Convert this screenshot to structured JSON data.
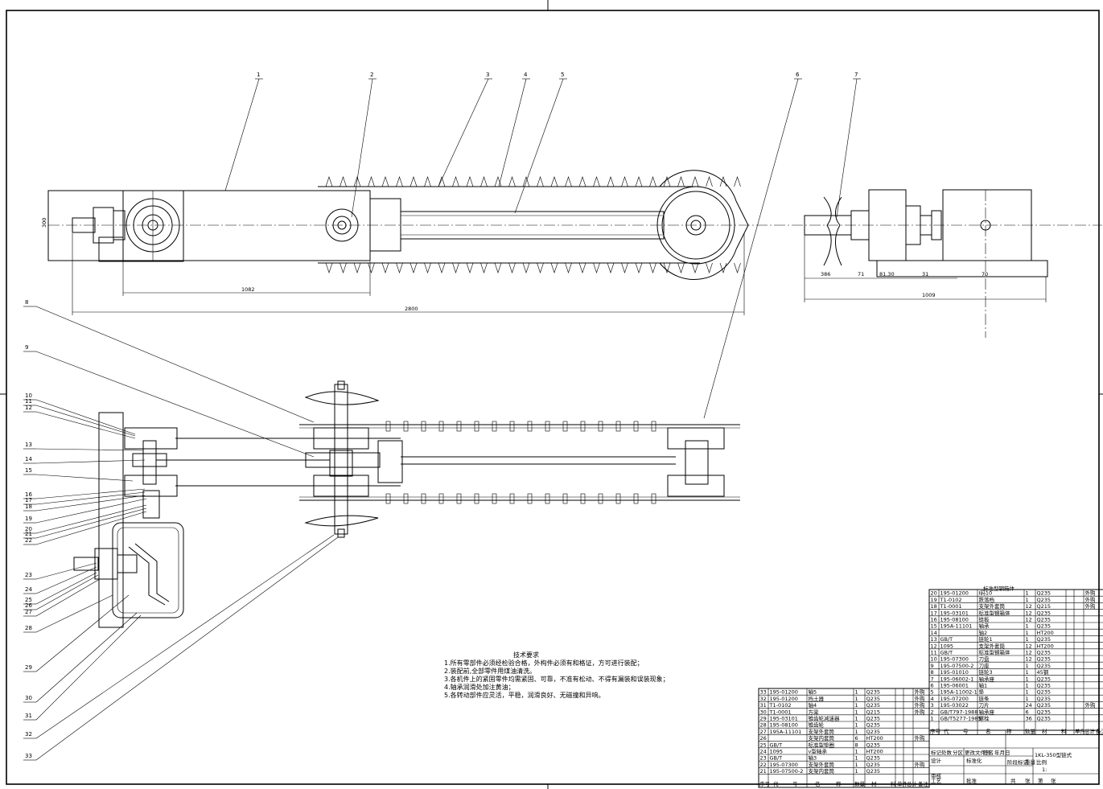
{
  "callouts": [
    "1",
    "2",
    "3",
    "4",
    "5",
    "6",
    "7",
    "8",
    "9",
    "10",
    "11",
    "12",
    "13",
    "14",
    "15",
    "16",
    "17",
    "18",
    "19",
    "20",
    "21",
    "22",
    "23",
    "24",
    "25",
    "26",
    "27",
    "28",
    "29",
    "30",
    "31",
    "32",
    "33"
  ],
  "dimensions": {
    "top_height": "300",
    "top_span1": "1082",
    "top_overall": "2800",
    "side_a": "386",
    "side_b": "71",
    "side_c": "81.30",
    "side_d": "70",
    "side_e": "31",
    "side_overall": "1009"
  },
  "technical_requirements": {
    "title": "技术要求",
    "items": [
      "1.所有零部件必须经检验合格，外构件必须有和格证，方可进行装配；",
      "2.装配前,全部零件用煤油清洗。",
      "3.各机件上的紧固零件均需紧固、可靠，不准有松动、不得有漏装和误装现象；",
      "4.轴承润滑处加注黄油；",
      "5.各转动部件应灵活，平稳，润滑良好、无磁撞和异响。"
    ]
  },
  "bom_main": {
    "header_label": "标准型钢箱体",
    "rows": [
      {
        "no": "20",
        "code": "195-01200",
        "name": "I码10",
        "qty": "1",
        "mat": "Q235",
        "note": "外购"
      },
      {
        "no": "19",
        "code": "T1-0102",
        "name": "跌落档",
        "qty": "1",
        "mat": "Q235",
        "note": "外购"
      },
      {
        "no": "18",
        "code": "T1-0001",
        "name": "支架外套筒",
        "qty": "12",
        "mat": "Q215",
        "note": "外购"
      },
      {
        "no": "17",
        "code": "195-03101",
        "name": "标准型钢箱体",
        "qty": "12",
        "mat": "Q235",
        "note": ""
      },
      {
        "no": "16",
        "code": "195-08100",
        "name": "链板",
        "qty": "12",
        "mat": "Q235",
        "note": ""
      },
      {
        "no": "15",
        "code": "195A-11101",
        "name": "轴承",
        "qty": "1",
        "mat": "Q235",
        "note": ""
      },
      {
        "no": "14",
        "code": "",
        "name": "轴2",
        "qty": "1",
        "mat": "HT200",
        "note": ""
      },
      {
        "no": "13",
        "code": "GB/T",
        "name": "链轮1",
        "qty": "1",
        "mat": "Q235",
        "note": ""
      },
      {
        "no": "12",
        "code": "1095",
        "name": "支架外套筒",
        "qty": "12",
        "mat": "HT200",
        "note": ""
      },
      {
        "no": "11",
        "code": "GB/T",
        "name": "标准型钢箱体",
        "qty": "12",
        "mat": "Q235",
        "note": ""
      },
      {
        "no": "10",
        "code": "195-07300",
        "name": "刀盘",
        "qty": "12",
        "mat": "Q235",
        "note": ""
      },
      {
        "no": "9",
        "code": "195-07500-2",
        "name": "刀座",
        "qty": "1",
        "mat": "Q235",
        "note": ""
      },
      {
        "no": "8",
        "code": "195-01010",
        "name": "链轮3",
        "qty": "1",
        "mat": "45钢",
        "note": ""
      },
      {
        "no": "7",
        "code": "195-06002-1",
        "name": "轴承座",
        "qty": "1",
        "mat": "Q235",
        "note": ""
      },
      {
        "no": "6",
        "code": "195-06001",
        "name": "轴1",
        "qty": "1",
        "mat": "Q235",
        "note": ""
      },
      {
        "no": "5",
        "code": "195A-11002-1",
        "name": "垫",
        "qty": "1",
        "mat": "Q235",
        "note": ""
      },
      {
        "no": "4",
        "code": "195-07200",
        "name": "链条",
        "qty": "1",
        "mat": "Q235",
        "note": ""
      },
      {
        "no": "3",
        "code": "195-03022",
        "name": "刀片",
        "qty": "24",
        "mat": "Q235",
        "note": "外购"
      },
      {
        "no": "2",
        "code": "GB/T797-1988",
        "name": "轴承座",
        "qty": "6",
        "mat": "Q235",
        "note": ""
      },
      {
        "no": "1",
        "code": "GB/T5277-1985",
        "name": "螺栓",
        "qty": "36",
        "mat": "Q235",
        "note": ""
      }
    ],
    "columns": [
      "序号",
      "代",
      "号",
      "名",
      "称",
      "数量",
      "材",
      "料",
      "单件",
      "总计",
      "备注"
    ]
  },
  "bom_second": {
    "rows": [
      {
        "no": "33",
        "code": "195-01200",
        "name": "轴5",
        "qty": "1",
        "mat": "Q235",
        "note": "外购"
      },
      {
        "no": "32",
        "code": "195-01200",
        "name": "挡土器",
        "qty": "1",
        "mat": "Q235",
        "note": "外购"
      },
      {
        "no": "31",
        "code": "T1-0102",
        "name": "轴4",
        "qty": "1",
        "mat": "Q235",
        "note": "外购"
      },
      {
        "no": "30",
        "code": "T1-0001",
        "name": "方梁",
        "qty": "1",
        "mat": "Q215",
        "note": "外购"
      },
      {
        "no": "29",
        "code": "195-03101",
        "name": "锥齿轮减速器",
        "qty": "1",
        "mat": "Q235",
        "note": ""
      },
      {
        "no": "28",
        "code": "195-08100",
        "name": "锥齿轮",
        "qty": "1",
        "mat": "Q235",
        "note": ""
      },
      {
        "no": "27",
        "code": "195A-11101",
        "name": "支架外套筒",
        "qty": "1",
        "mat": "Q235",
        "note": ""
      },
      {
        "no": "26",
        "code": "",
        "name": "支架内套筒",
        "qty": "6",
        "mat": "HT200",
        "note": "外购"
      },
      {
        "no": "25",
        "code": "GB/T",
        "name": "标准型垫圈",
        "qty": "8",
        "mat": "Q235",
        "note": ""
      },
      {
        "no": "24",
        "code": "1095",
        "name": "v型轴承",
        "qty": "1",
        "mat": "HT200",
        "note": ""
      },
      {
        "no": "23",
        "code": "GB/T",
        "name": "轴3",
        "qty": "1",
        "mat": "Q235",
        "note": ""
      },
      {
        "no": "22",
        "code": "195-07300",
        "name": "支架外套筒",
        "qty": "1",
        "mat": "Q235",
        "note": "外购"
      },
      {
        "no": "21",
        "code": "195-07500-2",
        "name": "支架内套筒",
        "qty": "1",
        "mat": "Q235",
        "note": ""
      }
    ],
    "columns": [
      "序号",
      "代",
      "号",
      "名",
      "称",
      "数量",
      "材",
      "料",
      "单件",
      "总计",
      "备注"
    ]
  },
  "title_block": {
    "drawing_title": "1KL-350型链式",
    "row_labels": [
      "标记",
      "处数",
      "分区",
      "更改文件号",
      "签名",
      "年月日"
    ],
    "design": "设计",
    "standardized": "标准化",
    "stage_label": "阶段标记",
    "weight_label": "重量",
    "scale_label": "比例",
    "scale_value": "1:",
    "review": "审核",
    "process": "工艺",
    "approve": "批准",
    "sheets": "共",
    "sheet_unit": "张",
    "sheet_no": "第",
    "sheet_unit2": "张"
  }
}
